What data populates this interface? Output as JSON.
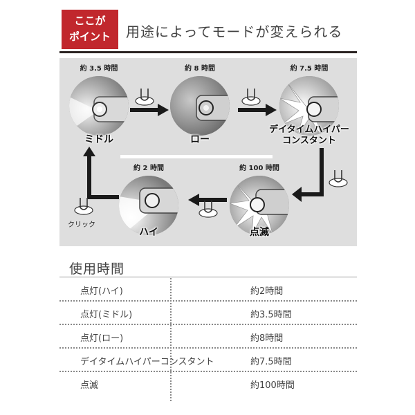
{
  "header": {
    "badge_line1": "ここが",
    "badge_line2": "ポイント",
    "title": "用途によってモードが変えられる"
  },
  "diagram": {
    "nodes": [
      {
        "time": "約 3.5 時間",
        "mode": "ミドル"
      },
      {
        "time": "約 8 時間",
        "mode": "ロー"
      },
      {
        "time": "約 7.5 時間",
        "mode_line1": "デイタイムハイパー",
        "mode_line2": "コンスタント"
      },
      {
        "time": "約 100 時間",
        "mode": "点滅"
      },
      {
        "time": "約 2 時間",
        "mode": "ハイ"
      }
    ],
    "click_label": "クリック"
  },
  "table": {
    "title": "使用時間",
    "rows": [
      {
        "mode": "点灯(ハイ)",
        "time": "約2時間"
      },
      {
        "mode": "点灯(ミドル)",
        "time": "約3.5時間"
      },
      {
        "mode": "点灯(ロー)",
        "time": "約8時間"
      },
      {
        "mode": "デイタイムハイパーコンスタント",
        "time": "約7.5時間"
      },
      {
        "mode": "点滅",
        "time": "約100時間"
      }
    ]
  }
}
